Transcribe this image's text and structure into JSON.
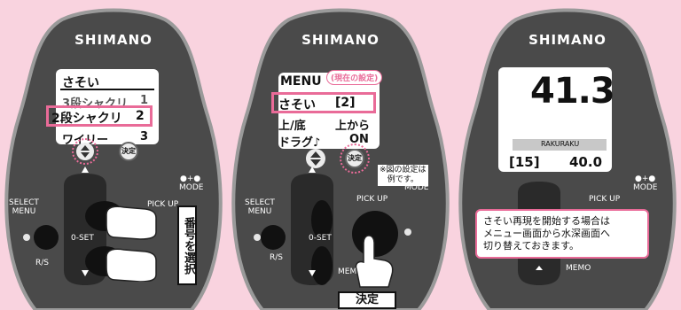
{
  "brand": "SHIMANO",
  "colors": {
    "background": "#f9d3df",
    "device_body": "#4a4a4a",
    "accent_pink": "#e96b98",
    "screen": "#ffffff"
  },
  "device_labels": {
    "select_menu": "SELECT\nMENU",
    "rs": "R/S",
    "zero_set": "0-SET",
    "pick_up": "PICK UP",
    "mode": "MODE",
    "memo": "MEMO",
    "kettei": "決定",
    "dot_plus": "●+●"
  },
  "panel1": {
    "menu_title": "さそい",
    "items": [
      {
        "label": "3段シャクリ",
        "value": "1"
      },
      {
        "label": "2段シャクリ",
        "value": "2"
      },
      {
        "label": "ワイリー",
        "value": "3"
      }
    ],
    "instruction": "番号を選択"
  },
  "panel2": {
    "menu_title": "MENU",
    "current_setting_badge": "(現在の設定)",
    "rows": [
      {
        "label": "さそい",
        "value": "[2]"
      },
      {
        "label": "上/底",
        "value": "上から"
      },
      {
        "label": "ドラグ♪",
        "value": "ON"
      }
    ],
    "note": "※図の設定は\n例です。",
    "press_label": "決定"
  },
  "panel3": {
    "depth": "41.3",
    "mode_name": "RAKURAKU",
    "left_value": "[15]",
    "right_value": "40.0",
    "info": "さそい再現を開始する場合は\nメニュー画面から水深画面へ\n切り替えておきます。"
  }
}
